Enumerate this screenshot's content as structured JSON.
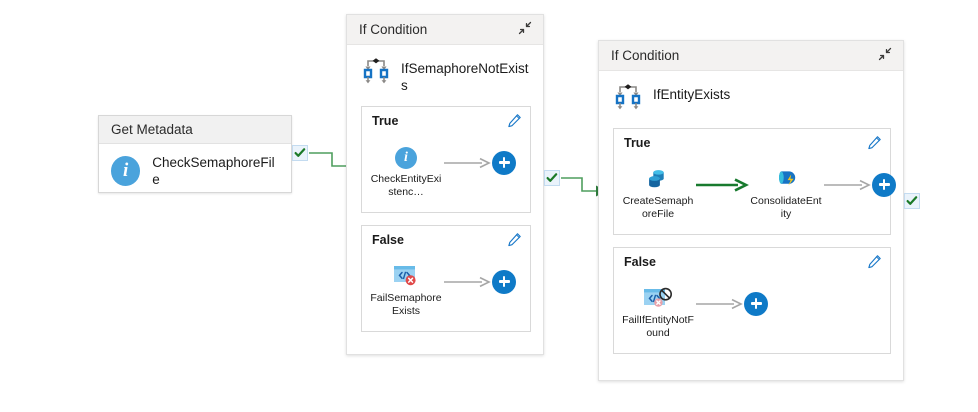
{
  "colors": {
    "accent_blue": "#0f7ac7",
    "info_blue": "#4aa3dc",
    "active_green": "#147d2e",
    "panel_header_bg": "#f3f2f1",
    "canvas_bg": "#ffffff"
  },
  "get_metadata_card": {
    "header_title": "Get Metadata",
    "activity_name": "CheckSemaphoreFile",
    "icon": "info-circle-icon"
  },
  "if_conditions": [
    {
      "header_title": "If Condition",
      "collapse_icon": "collapse-diagonal-icon",
      "activity_icon": "if-condition-branch-icon",
      "activity_name": "IfSemaphoreNotExists",
      "branches": [
        {
          "label": "True",
          "edit_icon": "pencil-icon",
          "nodes": [
            {
              "name": "CheckEntityExistenc…",
              "icon": "info-circle-icon"
            }
          ],
          "add_button_icon": "plus-icon"
        },
        {
          "label": "False",
          "edit_icon": "pencil-icon",
          "nodes": [
            {
              "name": "FailSemaphoreExists",
              "icon": "fail-script-icon"
            }
          ],
          "add_button_icon": "plus-icon"
        }
      ]
    },
    {
      "header_title": "If Condition",
      "collapse_icon": "collapse-diagonal-icon",
      "activity_icon": "if-condition-branch-icon",
      "activity_name": "IfEntityExists",
      "branches": [
        {
          "label": "True",
          "edit_icon": "pencil-icon",
          "nodes": [
            {
              "name": "CreateSemaphoreFile",
              "icon": "copy-data-icon"
            },
            {
              "name": "ConsolidateEntity",
              "icon": "databricks-notebook-icon"
            }
          ],
          "add_button_icon": "plus-icon"
        },
        {
          "label": "False",
          "edit_icon": "pencil-icon",
          "nodes": [
            {
              "name": "FailIfEntityNotFound",
              "icon": "fail-script-icon"
            }
          ],
          "add_button_icon": "plus-icon"
        }
      ]
    }
  ],
  "connectors": [
    {
      "name": "success-connector-1",
      "icon": "green-check-icon",
      "has_line": true
    },
    {
      "name": "success-connector-2",
      "icon": "green-check-icon",
      "has_line": true
    },
    {
      "name": "success-connector-3",
      "icon": "green-check-icon",
      "has_line": false
    }
  ]
}
